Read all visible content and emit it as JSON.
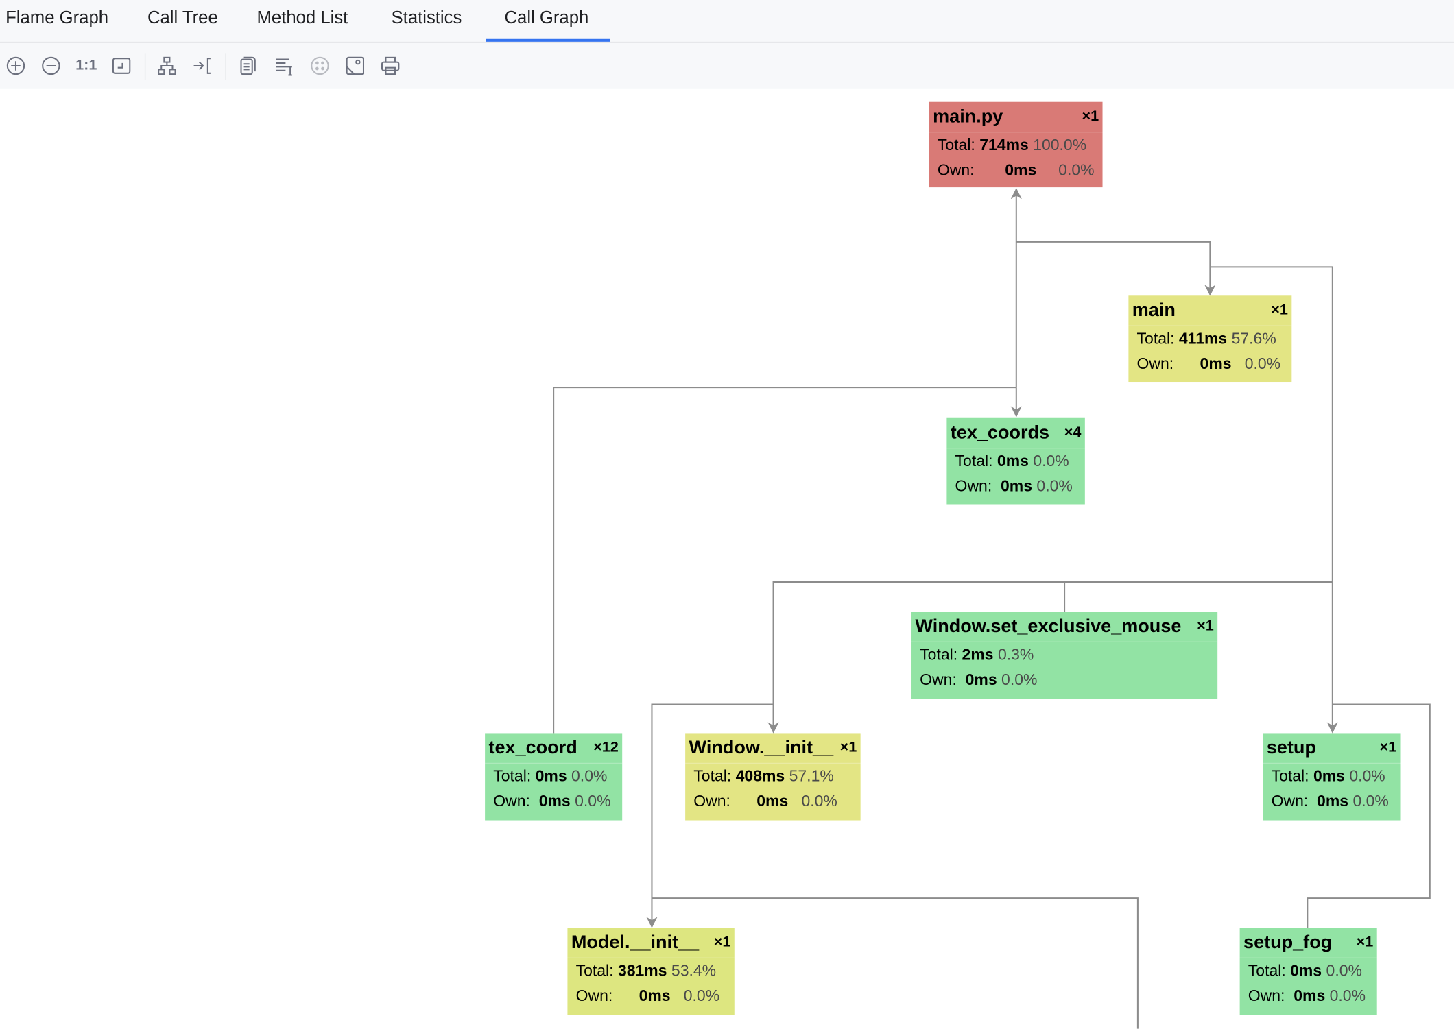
{
  "tabs": [
    {
      "label": "Flame Graph",
      "active": false
    },
    {
      "label": "Call Tree",
      "active": false
    },
    {
      "label": "Method List",
      "active": false
    },
    {
      "label": "Statistics",
      "active": false
    },
    {
      "label": "Call Graph",
      "active": true
    }
  ],
  "toolbar": {
    "icons": [
      "zoom-in-icon",
      "zoom-out-icon",
      "actual-size-icon",
      "fit-content-icon",
      "layout-icon",
      "navigate-icon",
      "copy-icon",
      "text-icon",
      "dots-icon",
      "export-image-icon",
      "print-icon"
    ],
    "actual_size_label": "1:1"
  },
  "colors": {
    "hot": "#d97a76",
    "warm": "#e3e584",
    "cool": "#92e3a4",
    "edge": "#8c8c8c",
    "accent": "#3574f0"
  },
  "labels": {
    "total": "Total:",
    "own": "Own:"
  },
  "nodes": {
    "main_py": {
      "name": "main.py",
      "count": "×1",
      "total": "714ms",
      "total_pct": "100.0%",
      "own": "0ms",
      "own_pct": "0.0%"
    },
    "main": {
      "name": "main",
      "count": "×1",
      "total": "411ms",
      "total_pct": "57.6%",
      "own": "0ms",
      "own_pct": "0.0%"
    },
    "tex_coords": {
      "name": "tex_coords",
      "count": "×4",
      "total": "0ms",
      "total_pct": "0.0%",
      "own": "0ms",
      "own_pct": "0.0%"
    },
    "set_exclusive_mouse": {
      "name": "Window.set_exclusive_mouse",
      "count": "×1",
      "total": "2ms",
      "total_pct": "0.3%",
      "own": "0ms",
      "own_pct": "0.0%"
    },
    "tex_coord": {
      "name": "tex_coord",
      "count": "×12",
      "total": "0ms",
      "total_pct": "0.0%",
      "own": "0ms",
      "own_pct": "0.0%"
    },
    "window_init": {
      "name": "Window.__init__",
      "count": "×1",
      "total": "408ms",
      "total_pct": "57.1%",
      "own": "0ms",
      "own_pct": "0.0%"
    },
    "setup": {
      "name": "setup",
      "count": "×1",
      "total": "0ms",
      "total_pct": "0.0%",
      "own": "0ms",
      "own_pct": "0.0%"
    },
    "model_init": {
      "name": "Model.__init__",
      "count": "×1",
      "total": "381ms",
      "total_pct": "53.4%",
      "own": "0ms",
      "own_pct": "0.0%"
    },
    "setup_fog": {
      "name": "setup_fog",
      "count": "×1",
      "total": "0ms",
      "total_pct": "0.0%",
      "own": "0ms",
      "own_pct": "0.0%"
    }
  }
}
